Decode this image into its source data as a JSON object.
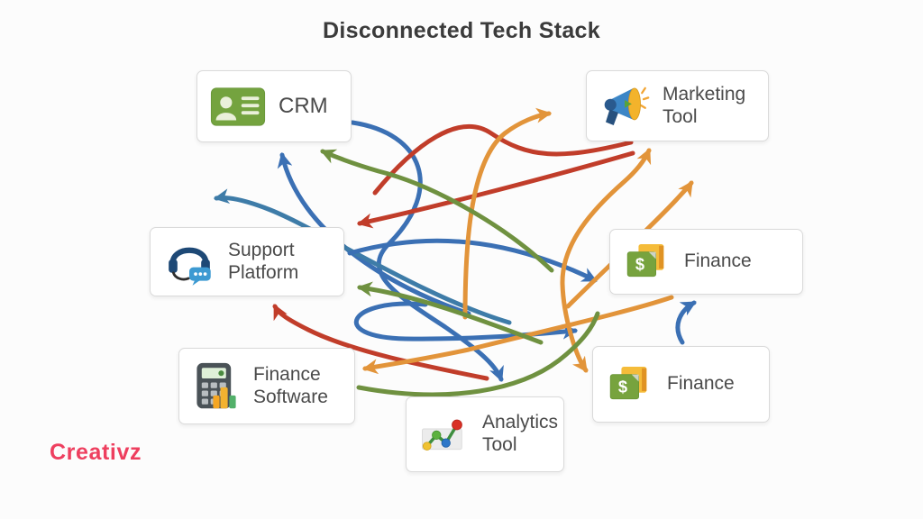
{
  "title": "Disconnected Tech Stack",
  "brand": {
    "logo_text": "Creativz",
    "logo_color": "#ee3f5f"
  },
  "nodes": [
    {
      "label": "CRM",
      "icon": "contact-card-icon"
    },
    {
      "label": "Marketing Tool",
      "icon": "megaphone-icon"
    },
    {
      "label": "Support Platform",
      "icon": "headset-chat-icon"
    },
    {
      "label": "Finance",
      "icon": "money-folder-icon"
    },
    {
      "label": "Finance Software",
      "icon": "calculator-chart-icon"
    },
    {
      "label": "Analytics Tool",
      "icon": "line-chart-icon"
    },
    {
      "label": "Finance",
      "icon": "money-folder-icon"
    }
  ],
  "icons": {
    "dollar_glyph": "$"
  },
  "arrows": {
    "style": "tangled-crossing-curves",
    "colors": {
      "blue": "#3b70b4",
      "steel_blue": "#3e7ca8",
      "red": "#c13d2a",
      "orange": "#e2943a",
      "green": "#6f9140"
    }
  }
}
